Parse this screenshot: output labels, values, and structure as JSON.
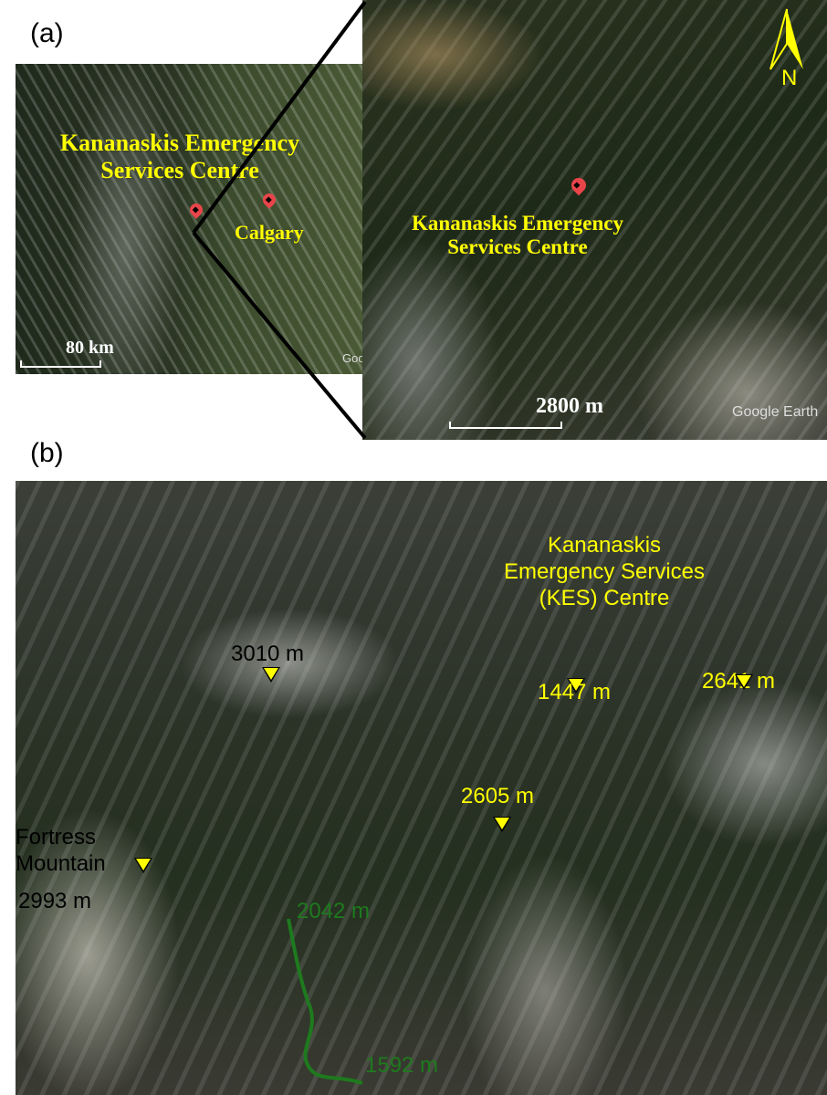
{
  "panel_a": {
    "label": "(a)",
    "overview": {
      "site_label": "Kananaskis Emergency Services Centre",
      "city_label": "Calgary",
      "scale": "80 km",
      "attribution": "Goo"
    },
    "zoomed": {
      "site_label": "Kananaskis Emergency Services Centre",
      "scale": "2800 m",
      "north": "N",
      "attribution": "Google Earth"
    }
  },
  "panel_b": {
    "label": "(b)",
    "peaks": [
      {
        "label": "3010 m"
      },
      {
        "label": "2641 m"
      },
      {
        "label": "2605 m"
      }
    ],
    "kes": {
      "name": "Kananaskis Emergency Services (KES) Centre",
      "elevation": "1447 m"
    },
    "fortress": {
      "name": "Fortress Mountain",
      "elevation": "2993 m"
    },
    "route": {
      "top": "2042 m",
      "bottom": "1592 m",
      "color": "#1e7a1e"
    }
  },
  "colors": {
    "label_yellow": "#ffff00",
    "marker_red": "#e8454a"
  }
}
